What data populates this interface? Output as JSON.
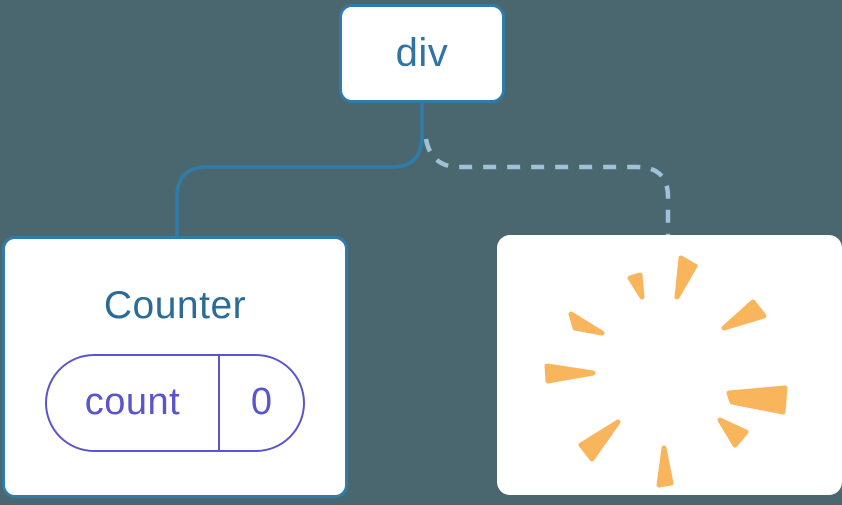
{
  "diagram": {
    "description": "react-render-tree-with-removed-child",
    "background_color": "#4A6770",
    "root": {
      "label": "div"
    },
    "counter": {
      "title": "Counter",
      "state": {
        "key": "count",
        "value": "0"
      }
    },
    "removed_child": {
      "icon": "poof-starburst-icon"
    },
    "edges": {
      "solid": {
        "style": "solid",
        "color": "#2F7CA8"
      },
      "dashed": {
        "style": "dashed",
        "color": "#9FC2D8"
      }
    },
    "colors": {
      "node_background": "#FFFFFF",
      "node_border": "#2F7CA8",
      "root_text": "#3173A3",
      "counter_title_text": "#2B6B97",
      "state_pill": "#5A55CD",
      "poof_ray": "#F9B55C"
    }
  }
}
